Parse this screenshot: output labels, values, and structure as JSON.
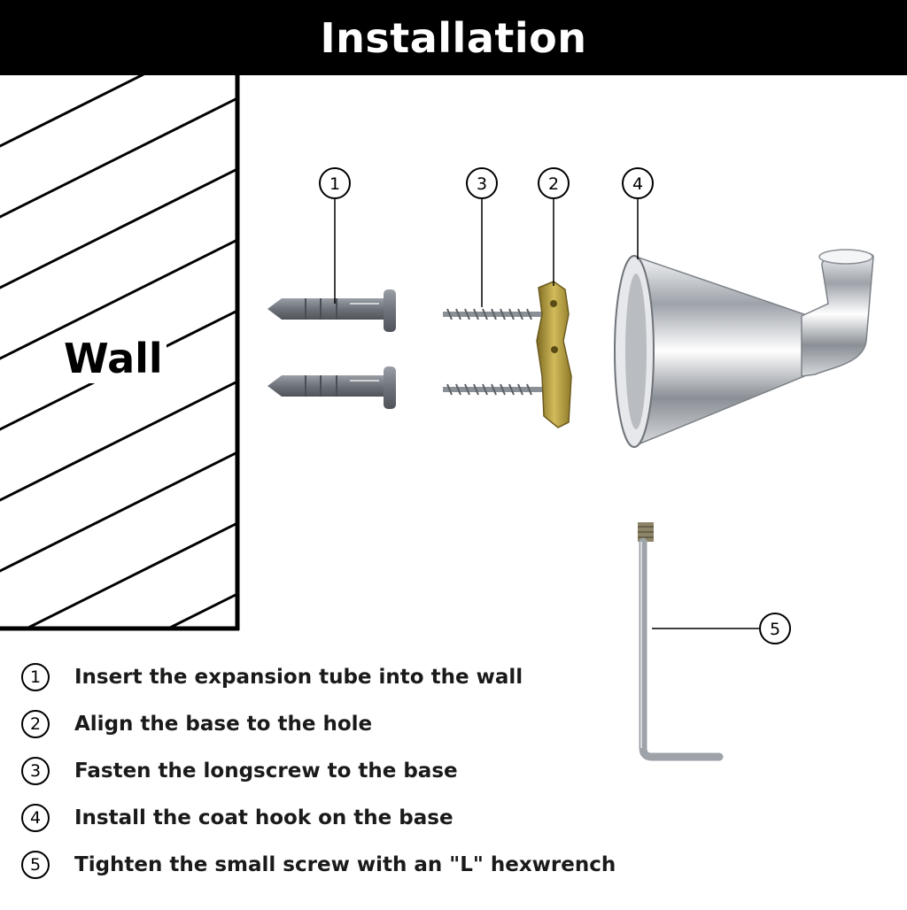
{
  "header": {
    "title": "Installation"
  },
  "diagram": {
    "wall_label": "Wall",
    "callouts": [
      "1",
      "3",
      "2",
      "4",
      "5"
    ]
  },
  "steps": [
    {
      "num": "1",
      "text": "Insert the expansion tube into the wall"
    },
    {
      "num": "2",
      "text": "Align the base to the hole"
    },
    {
      "num": "3",
      "text": "Fasten the longscrew to the base"
    },
    {
      "num": "4",
      "text": "Install the coat hook on the base"
    },
    {
      "num": "5",
      "text": "Tighten the small screw with an \"L\" hexwrench"
    }
  ],
  "colors": {
    "header_bg": "#000000",
    "anchor_gray": "#7b7f86",
    "base_brass": "#b59a35",
    "chrome": "#c9ccd1"
  }
}
